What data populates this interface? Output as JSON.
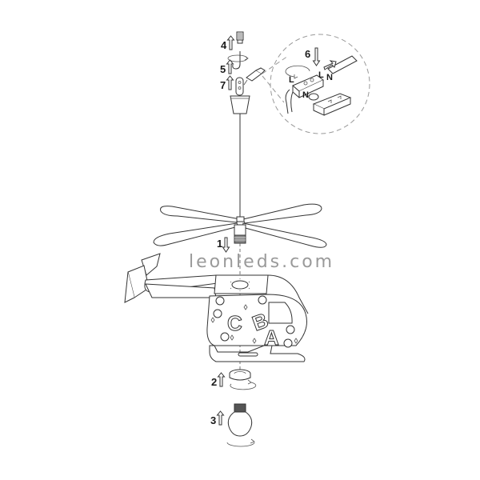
{
  "watermark": "leonleds.com",
  "steps": [
    {
      "number": "1",
      "direction": "down",
      "part": "lamp-holder-into-rotor"
    },
    {
      "number": "2",
      "direction": "up",
      "part": "locking-ring"
    },
    {
      "number": "3",
      "direction": "up",
      "part": "light-bulb"
    },
    {
      "number": "4",
      "direction": "up",
      "part": "ceiling-screw"
    },
    {
      "number": "5",
      "direction": "up",
      "part": "ceiling-hook"
    },
    {
      "number": "6",
      "direction": "down",
      "part": "terminal-block"
    },
    {
      "number": "7",
      "direction": "up",
      "part": "suspension-loop"
    }
  ],
  "wiring": {
    "labels": [
      "L",
      "N",
      "L",
      "N"
    ]
  },
  "helicopter": {
    "letters": [
      "C",
      "B",
      "A"
    ]
  },
  "colors": {
    "line": "#333333",
    "watermark": "#9a9a9a",
    "background": "#ffffff",
    "bulb_base": "#555555"
  }
}
